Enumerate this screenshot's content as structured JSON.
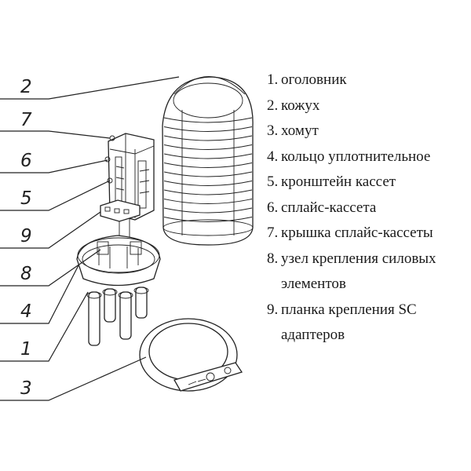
{
  "callouts": [
    {
      "id": "2",
      "label": "2"
    },
    {
      "id": "7",
      "label": "7"
    },
    {
      "id": "6",
      "label": "6"
    },
    {
      "id": "5",
      "label": "5"
    },
    {
      "id": "9",
      "label": "9"
    },
    {
      "id": "8",
      "label": "8"
    },
    {
      "id": "4",
      "label": "4"
    },
    {
      "id": "1",
      "label": "1"
    },
    {
      "id": "3",
      "label": "3"
    }
  ],
  "legend": [
    {
      "num": "1.",
      "text": "оголовник"
    },
    {
      "num": "2.",
      "text": "кожух"
    },
    {
      "num": "3.",
      "text": "хомут"
    },
    {
      "num": "4.",
      "text": "кольцо уплотнительное"
    },
    {
      "num": "5.",
      "text": "кронштейн кассет"
    },
    {
      "num": "6.",
      "text": "сплайс-кассета"
    },
    {
      "num": "7.",
      "text": "крышка сплайс-кассеты"
    },
    {
      "num": "8.",
      "text": "узел крепления силовых элементов"
    },
    {
      "num": "9.",
      "text": "планка крепления SC адаптеров"
    }
  ]
}
